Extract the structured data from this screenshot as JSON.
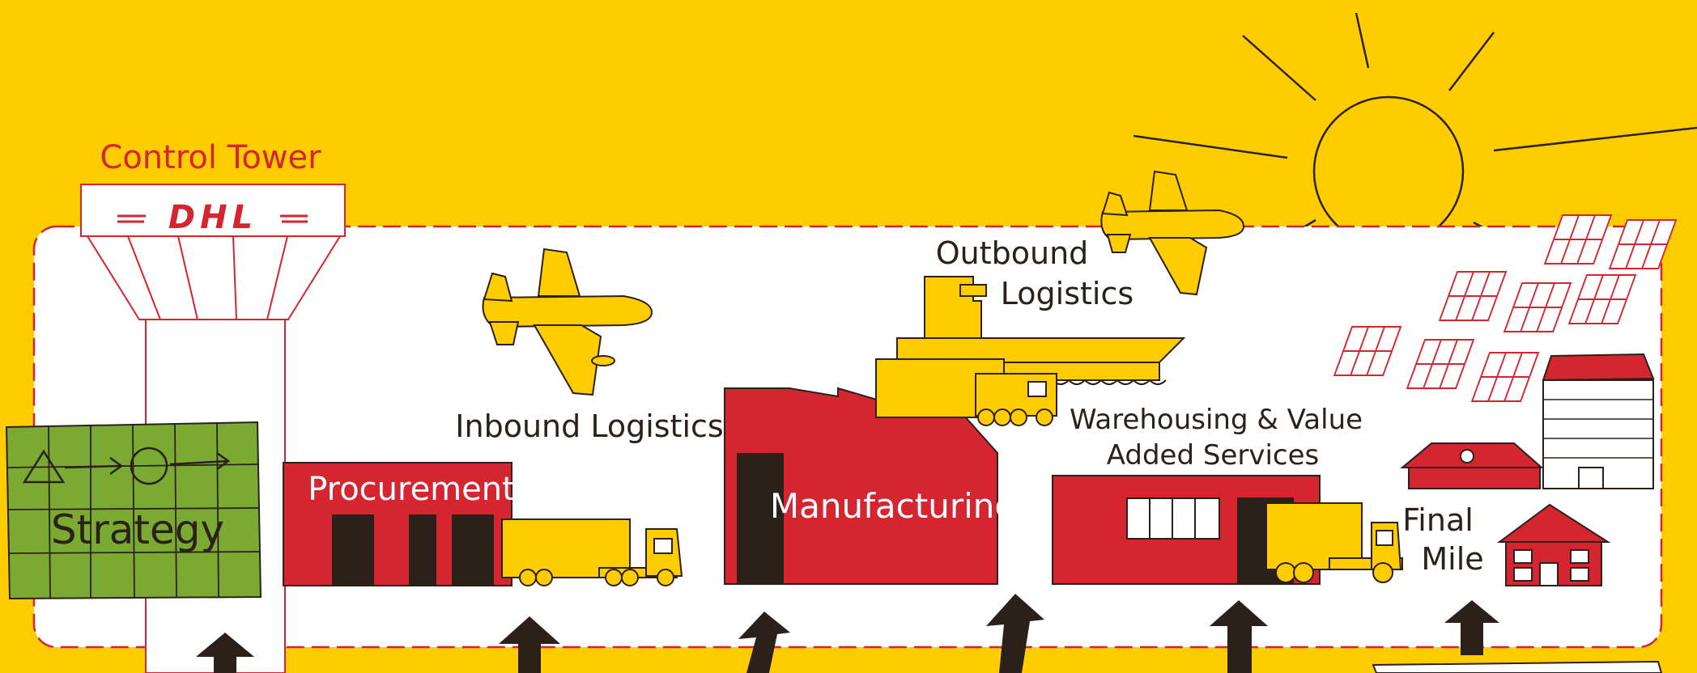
{
  "labels": {
    "control_tower": "Control Tower",
    "tower_logo": "DHL",
    "strategy": "Strategy",
    "procurement": "Procurement",
    "inbound_logistics": "Inbound Logistics",
    "manufacturing": "Manufacturing",
    "outbound_logistics_line1": "Outbound",
    "outbound_logistics_line2": "Logistics",
    "warehousing_line1": "Warehousing & Value",
    "warehousing_line2": "Added Services",
    "final_mile_line1": "Final",
    "final_mile_line2": "Mile"
  },
  "colors": {
    "background": "#FFCC00",
    "dhl_red": "#D42530",
    "vehicle_yellow": "#FFCC00",
    "strategy_green": "#7BAA33",
    "outline": "#2B211A",
    "panel": "#FFFFFF"
  }
}
